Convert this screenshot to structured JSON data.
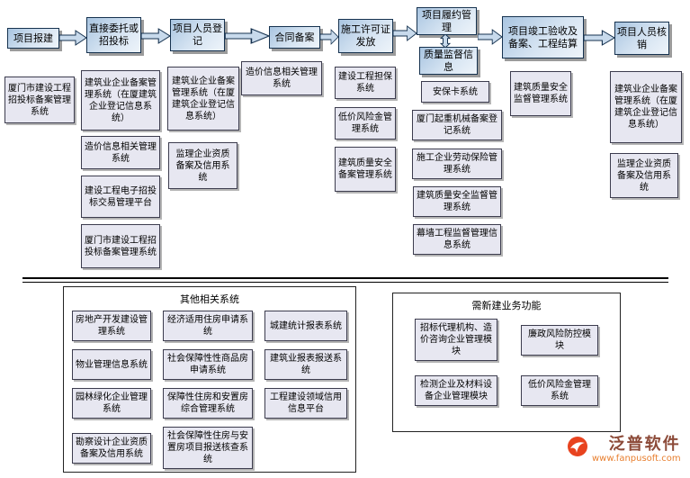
{
  "flow": {
    "steps": [
      "项目报建",
      "直接委托或招投标",
      "项目人员登记",
      "合同备案",
      "施工许可证发放",
      "项目履约管理",
      "质量监督信息",
      "项目竣工验收及备案、工程结算",
      "项目人员核销"
    ]
  },
  "systems": {
    "col1": [
      "厦门市建设工程招投标备案管理系统"
    ],
    "col2": [
      "建筑业企业备案管理系统（在厦建筑企业登记信息系统）",
      "造价信息相关管理系统",
      "建设工程电子招投标交易管理平台",
      "厦门市建设工程招投标备案管理系统"
    ],
    "col3": [
      "建筑业企业备案管理系统（在厦建筑企业登记信息系统）",
      "监理企业资质备案及信用系统"
    ],
    "col4": [
      "造价信息相关管理系统"
    ],
    "col5": [
      "建设工程担保系统",
      "低价风险金管理系统",
      "建筑质量安全备案管理系统"
    ],
    "col6": [
      "安保卡系统",
      "厦门起重机械备案登记系统",
      "施工企业劳动保险管理系统",
      "建筑质量安全监督管理系统",
      "幕墙工程监督管理信息系统"
    ],
    "col7": [
      "建筑质量安全监督管理系统"
    ],
    "col8": [
      "建筑业企业备案管理系统（在厦建筑企业登记信息系统）",
      "监理企业资质备案及信用系统"
    ]
  },
  "other_systems": {
    "title": "其他相关系统",
    "items": [
      "房地产开发建设管理系统",
      "经济适用住房申请系统",
      "城建统计报表系统",
      "物业管理信息系统",
      "社会保障性性商品房申请系统",
      "建筑业报表报送系统",
      "园林绿化企业管理系统",
      "保障性住房和安置房综合管理系统",
      "工程建设领域信用信息平台",
      "勘察设计企业资质备案及信用系统",
      "社会保障性住房与安置房项目报送核查系统"
    ]
  },
  "new_functions": {
    "title": "需新建业务功能",
    "items": [
      "招标代理机构、造价咨询企业管理模块",
      "廉政风险防控模块",
      "检测企业及材料设备企业管理模块",
      "低价风险金管理系统"
    ]
  },
  "logo": {
    "brand": "泛普软件",
    "url": "www.fanpusoft.com"
  },
  "colors": {
    "flow_box_fill": "#a9c5e1",
    "system_box_fill": "#e7e7f1",
    "border": "#16324f",
    "brand_red": "#8c4a38",
    "brand_orange": "#e87f2f"
  }
}
